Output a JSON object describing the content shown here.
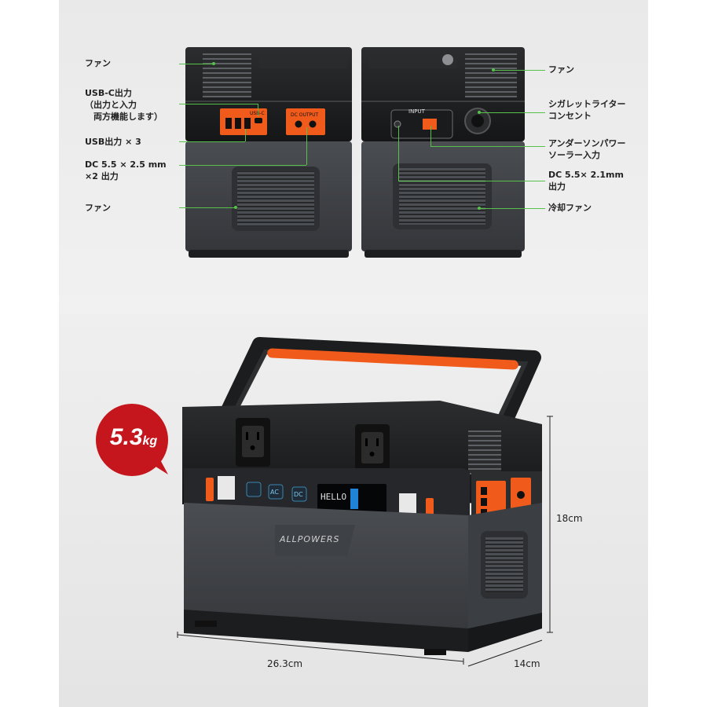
{
  "colors": {
    "accent": "#f05a1a",
    "leader": "#56c24a",
    "body": "#3a3c3f",
    "top": "#1e1f20",
    "badge": "#c4161c"
  },
  "left_labels": {
    "fan_top": "ファン",
    "usbc_line1": "USB-C出力",
    "usbc_line2": "（出力と入力",
    "usbc_line3": "　両方機能します）",
    "usb_out": "USB出力 × 3",
    "dc_line1": "DC 5.5 × 2.5 mm",
    "dc_line2": "×2 出力",
    "fan_bottom": "ファン"
  },
  "right_labels": {
    "fan_top": "ファン",
    "cig_line1": "シガレットライター",
    "cig_line2": "コンセント",
    "anderson_line1": "アンダーソンパワー",
    "anderson_line2": "ソーラー入力",
    "dc_line1": "DC 5.5× 2.1mm",
    "dc_line2": "出力",
    "cool_fan": "冷却ファン"
  },
  "panel_marks": {
    "usbc": "USB-C",
    "dc_output": "DC OUTPUT",
    "input": "INPUT"
  },
  "product": {
    "weight_num": "5.3",
    "weight_unit": "kg",
    "brand": "ALLPOWERS",
    "display_text": "HELLO",
    "btn_ac": "AC",
    "btn_dc": "DC"
  },
  "dimensions": {
    "width": "26.3cm",
    "depth": "14cm",
    "height": "18cm"
  }
}
